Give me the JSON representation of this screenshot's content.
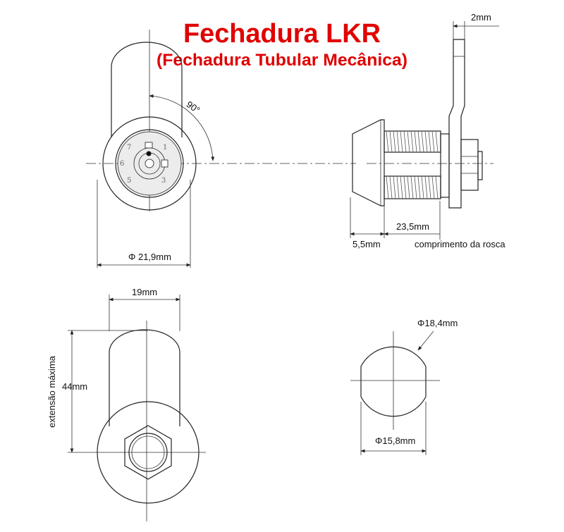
{
  "title": "Fechadura LKR",
  "subtitle": "(Fechadura Tubular Mecânica)",
  "front_view": {
    "angle_label": "90°",
    "diameter_label": "Φ 21,9mm",
    "key_numbers": [
      "1",
      "3",
      "5",
      "6",
      "7"
    ]
  },
  "side_view": {
    "cam_thickness_label": "2mm",
    "thread_length_label": "23,5mm",
    "head_length_label": "5,5mm",
    "thread_caption": "comprimento da rosca"
  },
  "rear_view": {
    "width_label": "19mm",
    "height_label": "44mm",
    "height_caption": "extensão máxima"
  },
  "cut_view": {
    "outer_diameter_label": "Φ18,4mm",
    "flat_width_label": "Φ15,8mm"
  },
  "colors": {
    "title": "#e00000",
    "line": "#222222"
  }
}
